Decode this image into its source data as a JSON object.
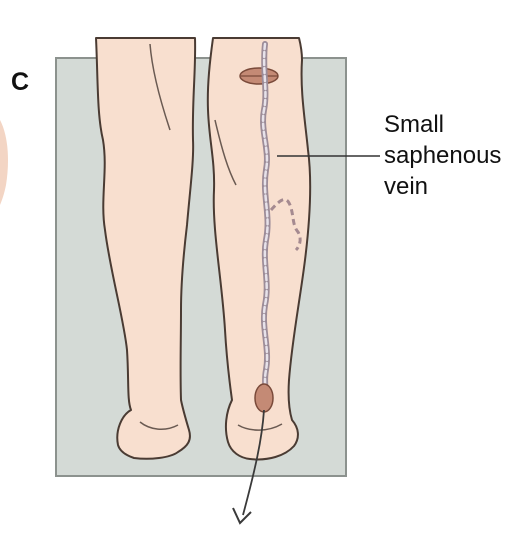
{
  "panel_letter": "C",
  "callout": {
    "line1": "Small",
    "line2": "saphenous",
    "line3": "vein"
  },
  "colors": {
    "backdrop": "#d4dad6",
    "backdrop_border": "#8c928e",
    "skin": "#f8dfcf",
    "skin_outline": "#4a3b33",
    "vein": "#b9a9b5",
    "incision": "#c48a75",
    "text": "#111111"
  }
}
